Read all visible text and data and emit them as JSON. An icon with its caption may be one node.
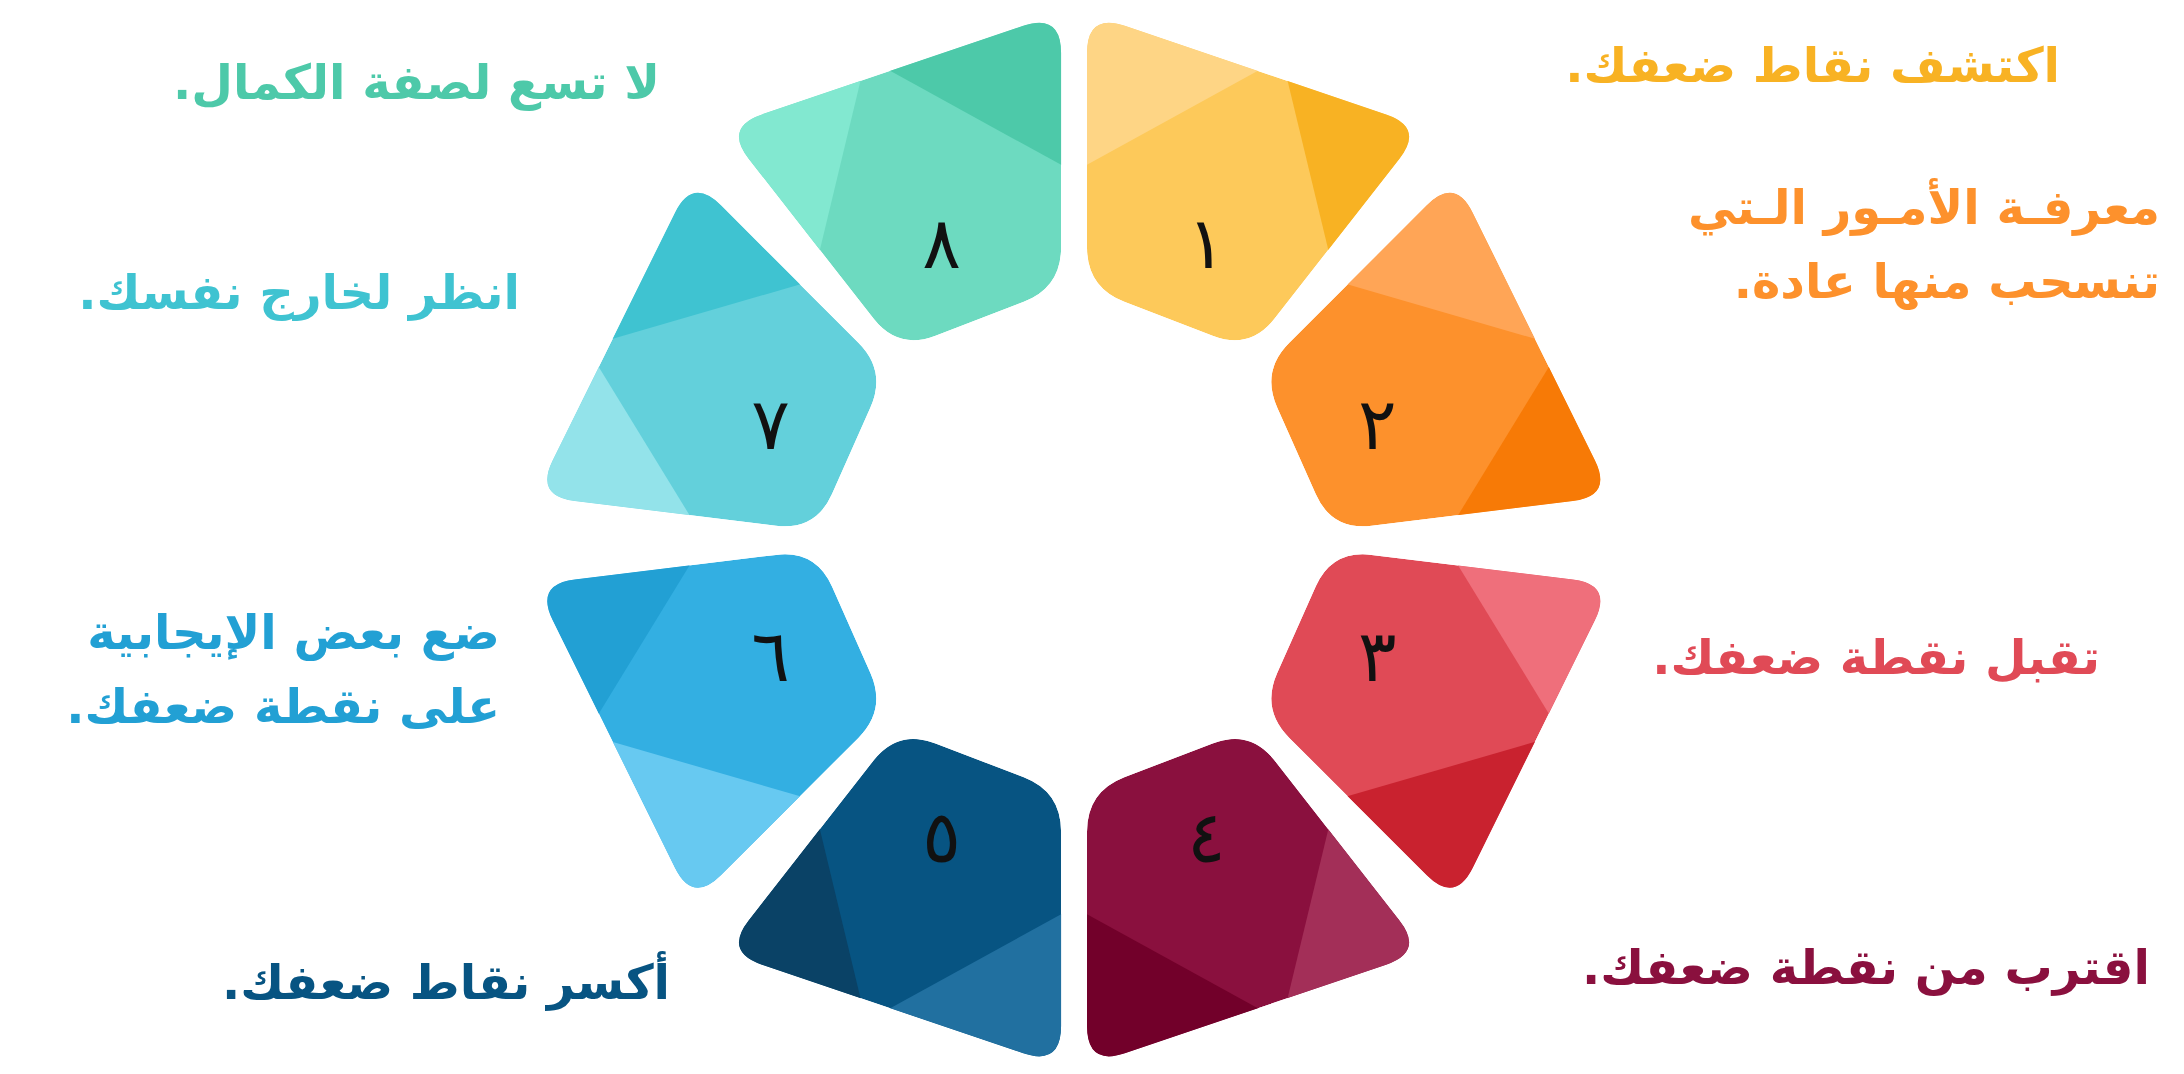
{
  "diagram": {
    "nodes": [
      {
        "text": [
          "١"
        ]
      },
      {
        "text": [
          "٢"
        ],
        "beside": [
          "معرفـة الأمـور الـتي تنسحب منها عادة."
        ]
      },
      {
        "text": [
          "٣"
        ],
        "beside": [
          "تقبل نقطة ضعفك."
        ]
      },
      {
        "text": [
          "٤"
        ]
      },
      {
        "text": [
          "٥"
        ],
        "beside": [
          "أكسر نقاط ضعفك."
        ]
      },
      {
        "text": [
          "٦"
        ],
        "beside": [
          "ضع بعض الإيجابية على نقطة ضعفك."
        ]
      },
      {
        "text": [
          "٧"
        ],
        "beside": [
          "انظر لخارج نفسك."
        ]
      },
      {
        "text": [
          "٨"
        ],
        "beside": [
          "لا تسع لصفة الكمال."
        ]
      }
    ],
    "labels": [
      "اكتشف نقاط ضعفك.",
      "اقترب من نقطة ضعفك."
    ]
  }
}
